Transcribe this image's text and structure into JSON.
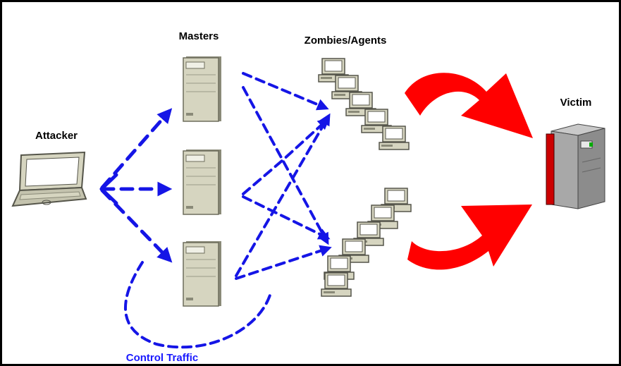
{
  "labels": {
    "attacker": "Attacker",
    "masters": "Masters",
    "zombies": "Zombies/Agents",
    "victim": "Victim",
    "control_traffic": "Control Traffic"
  },
  "colors": {
    "control_arrows": "#1515e6",
    "attack_arrows": "#ff0000",
    "device_body": "#d6d5c0",
    "victim_body": "#a8a8a8",
    "victim_accent": "#cc0000"
  },
  "icons": {
    "attacker": "laptop-icon",
    "masters": "server-tower-icon",
    "zombies": "desktop-computer-icon",
    "victim": "mainframe-server-icon"
  }
}
